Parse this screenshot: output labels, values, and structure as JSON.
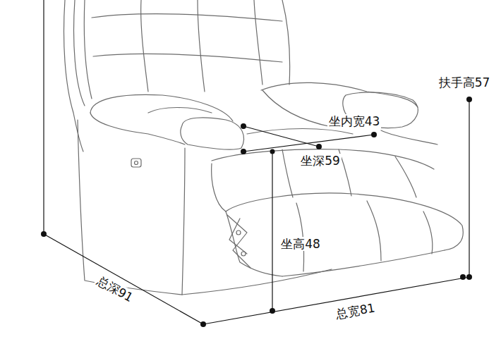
{
  "diagram": {
    "labels": [
      "扶手高57",
      "坐内宽43",
      "坐深59",
      "坐高48",
      "总深91",
      "总宽81"
    ]
  }
}
